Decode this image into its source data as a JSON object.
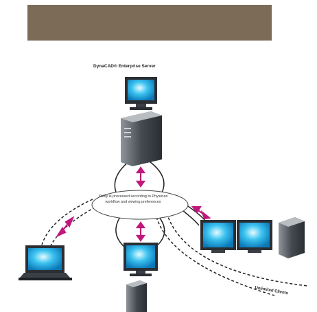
{
  "banner": {
    "color": "#7b6b57"
  },
  "diagram": {
    "server_title": "DynaCAD® Enterprise Server",
    "hub_text": "Study is processed according to Physician workflow and viewing preferences",
    "clients_label": "Unlimited Clients"
  },
  "colors": {
    "arrow": "#c0197d",
    "screen": "#1aa7e0",
    "line": "#222222"
  }
}
